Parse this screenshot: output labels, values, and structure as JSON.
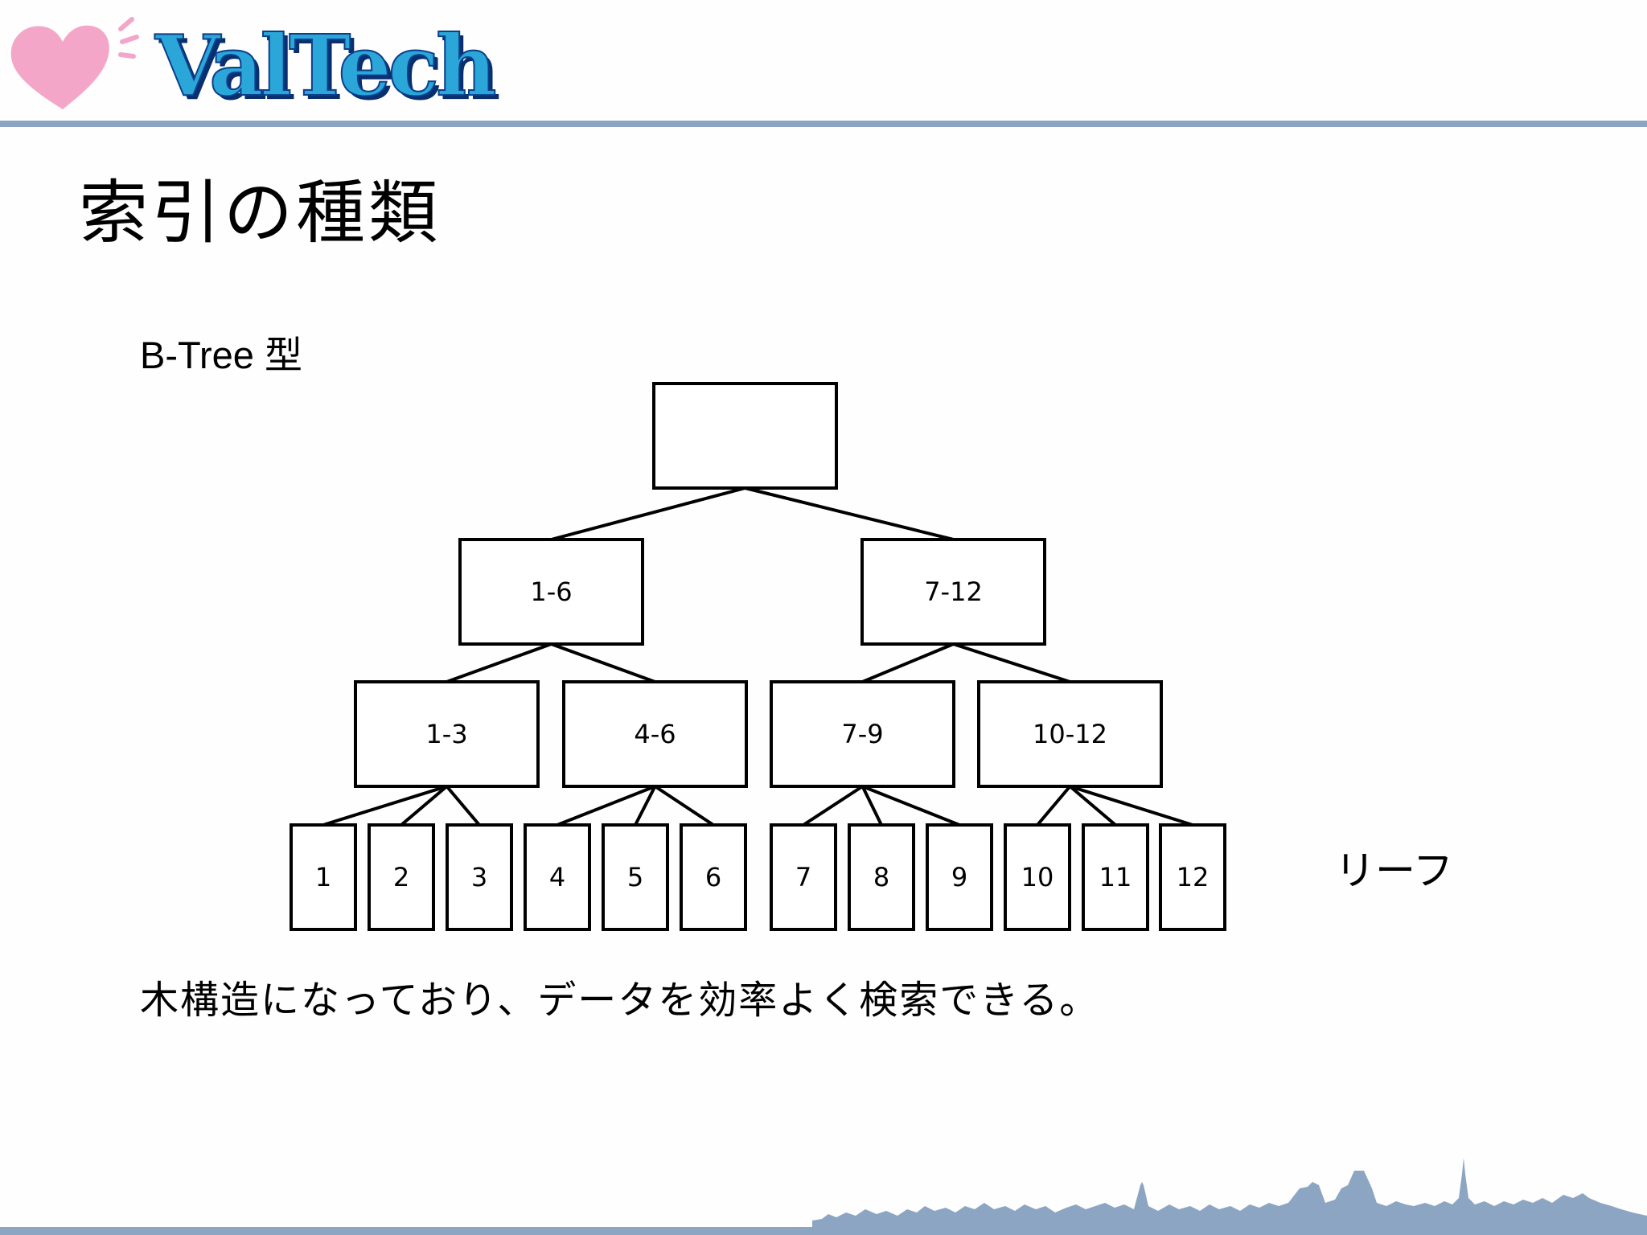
{
  "header": {
    "logo_text": "ValTech",
    "colors": {
      "logo_fill": "#2aa6d8",
      "logo_outline": "#0a3f8c",
      "heart": "#f4a6c8",
      "rule": "#8ca5c2",
      "skyline": "#8ca5c2"
    }
  },
  "title": "索引の種類",
  "subtitle": "B-Tree 型",
  "leaf_label": "リーフ",
  "description": "木構造になっており、データを効率よく検索できる。",
  "tree": {
    "root": "",
    "level1": [
      "1-6",
      "7-12"
    ],
    "level2": [
      "1-3",
      "4-6",
      "7-9",
      "10-12"
    ],
    "leaves": [
      "1",
      "2",
      "3",
      "4",
      "5",
      "6",
      "7",
      "8",
      "9",
      "10",
      "11",
      "12"
    ]
  }
}
